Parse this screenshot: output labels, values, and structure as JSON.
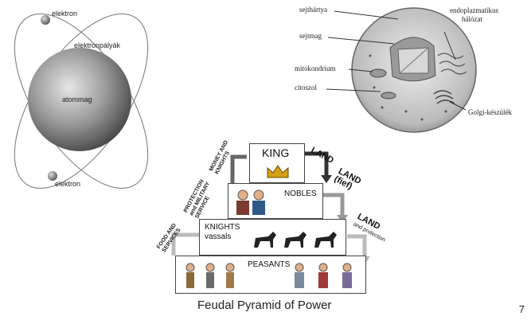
{
  "atom": {
    "electron_top": "elektron",
    "orbits": "elektronpályák",
    "nucleus": "atommag",
    "electron_bottom": "elektron"
  },
  "cell": {
    "membrane": "sejthártya",
    "nucleus": "sejtmag",
    "mitochondrion": "mitokondrium",
    "cytosol": "citoszol",
    "er_line1": "endoplazmatikus",
    "er_line2": "hálózat",
    "golgi": "Golgi-készülék"
  },
  "pyramid": {
    "king": "KING",
    "nobles": "NOBLES",
    "knights_line1": "KNIGHTS",
    "knights_line2": "vassals",
    "peasants": "PEASANTS",
    "money_line1": "MONEY AND",
    "money_line2": "KNIGHTS",
    "protection_line1": "PROTECTION",
    "protection_line2": "and MILITARY",
    "protection_line3": "SERVICE",
    "food_line1": "FOOD AND",
    "food_line2": "SERVICES",
    "land1": "LAND",
    "land2_line1": "LAND",
    "land2_line2": "(fief)",
    "land3_line1": "LAND",
    "land3_line2": "and protection",
    "caption": "Feudal Pyramid of Power"
  },
  "page_number": "7"
}
